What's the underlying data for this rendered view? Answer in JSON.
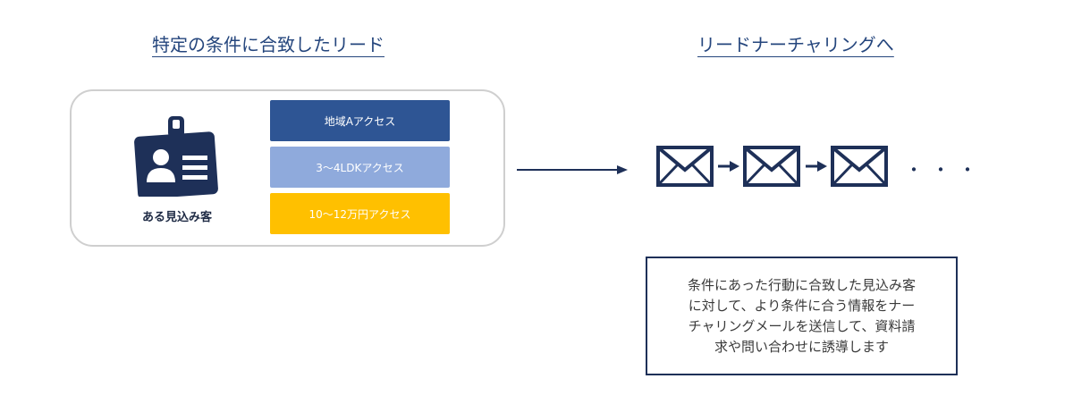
{
  "headings": {
    "left": "特定の条件に合致したリード",
    "right": "リードナーチャリングへ"
  },
  "lead": {
    "label": "ある見込み客",
    "icon": "id-badge-icon",
    "conditions": [
      {
        "label": "地域Aアクセス",
        "color": "#2e5594"
      },
      {
        "label": "3〜4LDKアクセス",
        "color": "#8faadc"
      },
      {
        "label": "10〜12万円アクセス",
        "color": "#ffc000"
      }
    ]
  },
  "flow": {
    "emails": [
      "envelope-icon",
      "envelope-icon",
      "envelope-icon"
    ],
    "continuation": "・・・"
  },
  "description": {
    "lines": [
      "条件にあった行動に合致した見込み客",
      "に対して、より条件に合う情報をナー",
      "チャリングメールを送信して、資料請",
      "求や問い合わせに誘導します"
    ]
  },
  "colors": {
    "navy": "#1e3058",
    "heading": "#25467d",
    "box_border": "#cfcfcf"
  }
}
